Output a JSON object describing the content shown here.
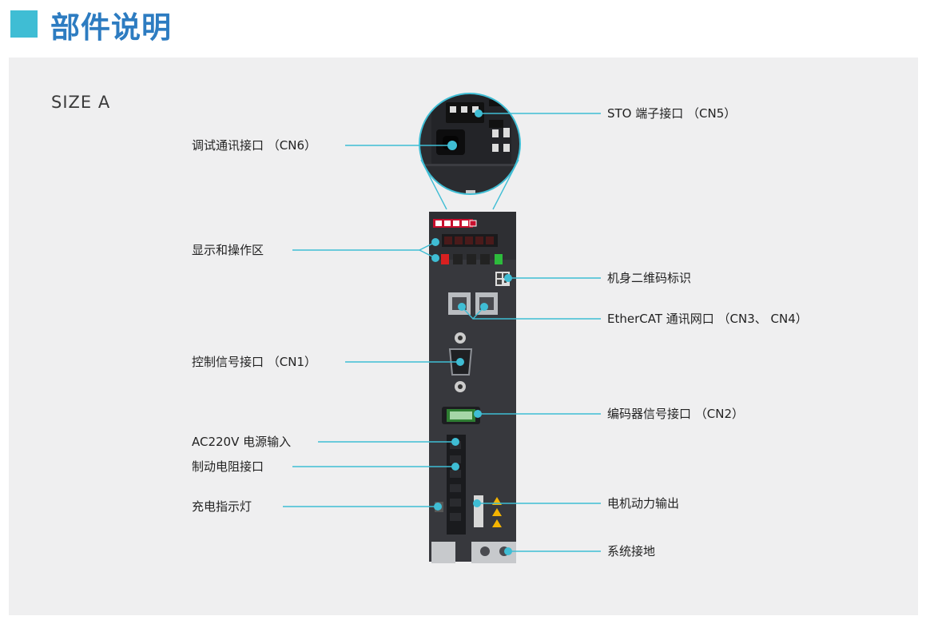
{
  "header": {
    "title": "部件说明",
    "accent_color": "#3fbdd4",
    "title_color": "#2d7cc1"
  },
  "size_label": "SIZE A",
  "callouts": {
    "sto": "STO 端子接口 （CN5）",
    "debug": "调试通讯接口 （CN6）",
    "display": "显示和操作区",
    "qrcode": "机身二维码标识",
    "ethercat": "EtherCAT 通讯网口 （CN3、 CN4）",
    "control": "控制信号接口 （CN1）",
    "encoder": "编码器信号接口 （CN2）",
    "power_in": "AC220V 电源输入",
    "brake": "制动电阻接口",
    "charge": "充电指示灯",
    "motor_out": "电机动力输出",
    "ground": "系统接地"
  },
  "line_color": "#3fbdd4"
}
